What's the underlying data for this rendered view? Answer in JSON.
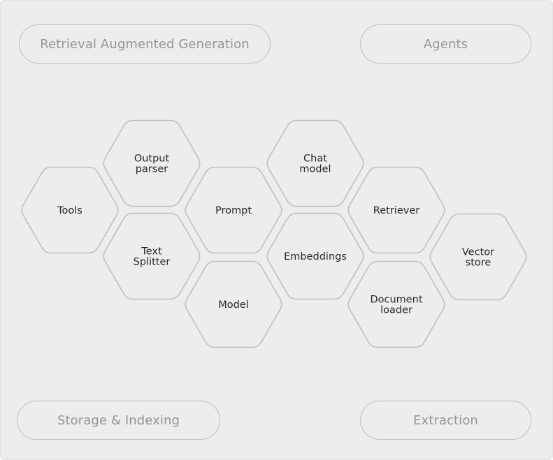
{
  "categories": {
    "rag": "Retrieval Augmented Generation",
    "agents": "Agents",
    "storage": "Storage & Indexing",
    "extraction": "Extraction"
  },
  "components": [
    {
      "key": "output-parser",
      "lines": [
        "Output",
        "parser"
      ]
    },
    {
      "key": "tools",
      "lines": [
        "Tools"
      ]
    },
    {
      "key": "text-splitter",
      "lines": [
        "Text",
        "Splitter"
      ]
    },
    {
      "key": "prompt",
      "lines": [
        "Prompt"
      ]
    },
    {
      "key": "model",
      "lines": [
        "Model"
      ]
    },
    {
      "key": "chat-model",
      "lines": [
        "Chat",
        "model"
      ]
    },
    {
      "key": "embeddings",
      "lines": [
        "Embeddings"
      ]
    },
    {
      "key": "retriever",
      "lines": [
        "Retriever"
      ]
    },
    {
      "key": "document-loader",
      "lines": [
        "Document",
        "loader"
      ]
    },
    {
      "key": "vector-store",
      "lines": [
        "Vector",
        "store"
      ]
    }
  ]
}
